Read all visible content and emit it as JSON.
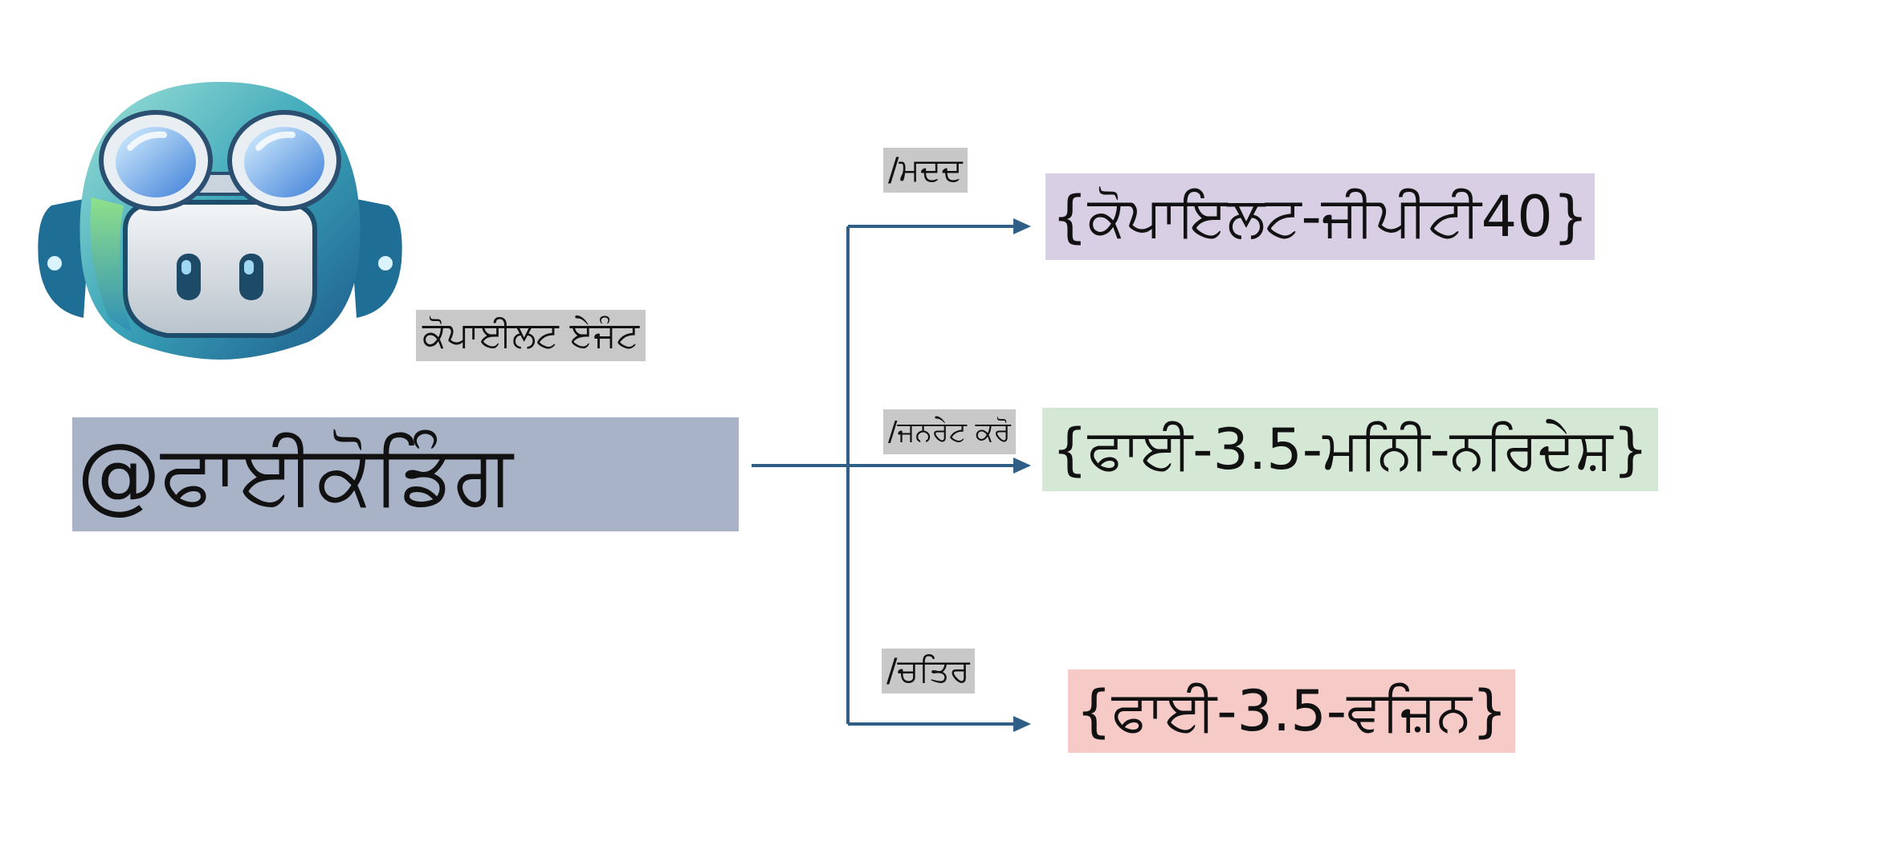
{
  "agent": {
    "caption": "ਕੋਪਾਈਲਟ ਏਜੰਟ",
    "handle": "@ਫਾਈਕੋਡਿੰਗ"
  },
  "commands": [
    {
      "label": "/ਮਦਦ",
      "model": "{ਕੋਪਾਇਲਟ-ਜੀਪੀਟੀ40}"
    },
    {
      "label": "/ਜਨਰੇਟ ਕਰੋ",
      "model": "{ਫਾਈ-3.5-ਮਨਿੀ-ਨਰਿਦੇਸ਼}"
    },
    {
      "label": "/ਚਤਿਰ",
      "model": "{ਫਾਈ-3.5-ਵਜ਼ਿਨ}"
    }
  ],
  "colors": {
    "line": "#2f5f86",
    "caption_bg": "#c8c8c8",
    "handle_bg": "#a9b3c8",
    "gpt_bg": "#d9cfe5",
    "instruct_bg": "#d4e8d5",
    "vision_bg": "#f6cac6"
  },
  "icons": {
    "mascot": "github-copilot-mascot-icon",
    "arrow": "arrow-right-icon"
  }
}
